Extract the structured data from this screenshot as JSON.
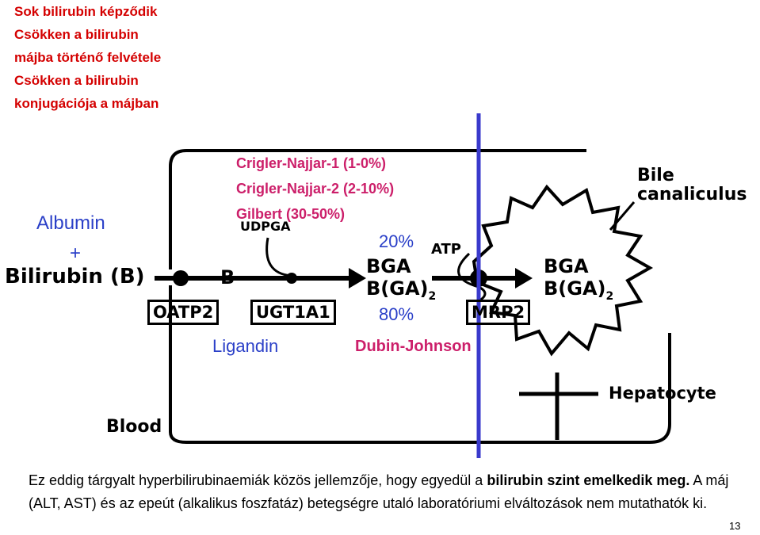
{
  "title_lines": [
    "Sok bilirubin képződik",
    "Csökken a bilirubin",
    "májba történő felvétele",
    "Csökken a bilirubin",
    "konjugációja a májban"
  ],
  "diagram": {
    "albumin": "Albumin",
    "plus": "+",
    "bilirubin": "Bilirubin (B)",
    "b": "B",
    "oatp2": "OATP2",
    "ugt1a1": "UGT1A1",
    "udpga": "UDPGA",
    "ligandin": "Ligandin",
    "syndromes": [
      "Crigler-Najjar-1 (1-0%)",
      "Crigler-Najjar-2 (2-10%)",
      "Gilbert (30-50%)"
    ],
    "pct20": "20%",
    "pct80": "80%",
    "bga_inside": "BGA",
    "bga2_inside": "B(GA)",
    "sub2_inside": "2",
    "atp": "ATP",
    "mrp2": "MRP2",
    "dubin_johnson": "Dubin-Johnson",
    "bga_out": "BGA",
    "bga2_out": "B(GA)",
    "sub2_out": "2",
    "bile_canaliculus": [
      "Bile",
      "canaliculus"
    ],
    "hepatocyte": "Hepatocyte",
    "blood": "Blood"
  },
  "caption": {
    "part1": "Ez eddig tárgyalt hyperbilirubinaemiák közös jellemzője, hogy egyedül a ",
    "bold": "bilirubin szint emelkedik meg.",
    "part2": " A máj (ALT, AST) és az epeút (alkalikus foszfatáz) betegségre utaló laboratóriumi elváltozások nem mutathatók ki."
  },
  "page_number": "13",
  "colors": {
    "title": "#d40000",
    "blue_text": "#2b40c8",
    "magenta_text": "#cc1f6a",
    "divider": "#3a3acc"
  }
}
